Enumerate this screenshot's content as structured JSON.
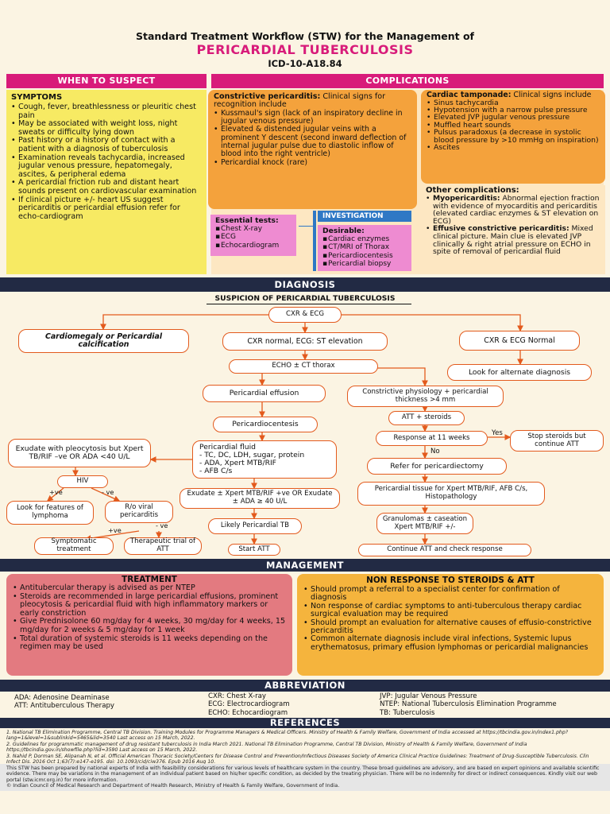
{
  "header": {
    "title_line1": "Standard Treatment Workflow (STW) for the Management of",
    "title_line2": "PERICARDIAL TUBERCULOSIS",
    "icd": "ICD-10-A18.84"
  },
  "when_to_suspect": {
    "heading": "WHEN TO SUSPECT",
    "symptoms_heading": "SYMPTOMS",
    "items": [
      "Cough, fever, breathlessness or pleuritic chest pain",
      "May be associated with weight loss, night sweats or difficulty lying down",
      "Past history or a history of contact with a patient with a diagnosis of tuberculosis",
      "Examination reveals tachycardia, increased jugular venous pressure, hepatomegaly, ascites, & peripheral edema",
      "A pericardial friction rub and distant heart sounds present on cardiovascular examination",
      "If clinical picture +/- heart US suggest pericarditis or pericardial effusion refer for echo-cardiogram"
    ]
  },
  "complications": {
    "heading": "COMPLICATIONS",
    "constrictive": {
      "title": "Constrictive pericarditis:",
      "intro": " Clinical signs for recognition include",
      "items": [
        "Kussmaul's sign (lack of an inspiratory decline in jugular venous pressure)",
        "Elevated & distended jugular veins with a prominent Y descent (second inward deflection of internal jugular pulse due to diastolic inflow of blood into the right ventricle)",
        "Pericardial knock (rare)"
      ]
    },
    "tamponade": {
      "title": "Cardiac tamponade:",
      "intro": " Clinical signs include",
      "items": [
        "Sinus tachycardia",
        "Hypotension with a narrow pulse pressure",
        "Elevated JVP jugular venous pressure",
        "Muffled heart sounds",
        "Pulsus paradoxus (a decrease in systolic blood pressure by >10 mmHg on inspiration)",
        "Ascites"
      ]
    },
    "other": {
      "title": "Other complications:",
      "myo_title": "Myopericarditis:",
      "myo_text": " Abnormal ejection fraction with evidence of myocarditis and pericarditis (elevated cardiac enzymes & ST elevation on ECG)",
      "eff_title": "Effusive constrictive pericarditis:",
      "eff_text": " Mixed clinical picture. Main clue is elevated JVP clinically & right atrial pressure on ECHO in spite of removal of pericardial fluid"
    },
    "investigation": {
      "label": "INVESTIGATION",
      "essential_title": "Essential tests:",
      "essential": [
        "Chest X-ray",
        "ECG",
        "Echocardiogram"
      ],
      "desirable_title": "Desirable:",
      "desirable": [
        "Cardiac enzymes",
        "CT/MRI of Thorax",
        "Pericardiocentesis",
        "Pericardial biopsy"
      ]
    }
  },
  "diagnosis": {
    "heading": "DIAGNOSIS",
    "subheading": "SUSPICION OF PERICARDIAL TUBERCULOSIS",
    "nodes": {
      "cxr_ecg": "CXR & ECG",
      "cardiomegaly": "Cardiomegaly or Pericardial calcification",
      "cxr_normal_st": "CXR normal, ECG: ST elevation",
      "cxr_ecg_normal": "CXR & ECG Normal",
      "echo": "ECHO ± CT thorax",
      "alternate": "Look for alternate diagnosis",
      "effusion": "Pericardial effusion",
      "constrictive": "Constrictive physiology + pericardial thickness >4 mm",
      "centesis": "Pericardiocentesis",
      "att_steroids": "ATT + steroids",
      "exudate": "Exudate with pleocytosis but Xpert TB/RIF –ve OR ADA <40 U/L",
      "fluid_title": "Pericardial fluid",
      "fluid_items": [
        "TC, DC, LDH, sugar, protein",
        "ADA, Xpert MTB/RIF",
        "AFB C/s"
      ],
      "response": "Response at 11 weeks",
      "yes": "Yes",
      "no": "No",
      "stop_steroids": "Stop steroids but continue ATT",
      "hiv": "HIV",
      "pos1": "+ve",
      "neg1": "- ve",
      "pericardiectomy": "Refer for pericardiectomy",
      "lymphoma": "Look for features of lymphoma",
      "ro_viral": "R/o viral pericarditis",
      "xpert_pos": "Exudate ± Xpert MTB/RIF +ve OR Exudate ± ADA ≥ 40 U/L",
      "tissue": "Pericardial tissue for Xpert MTB/RIF, AFB C/s, Histopathology",
      "pos2": "+ve",
      "neg2": "- ve",
      "likely_tb": "Likely Pericardial TB",
      "granulomas": "Granulomas ± caseation Xpert MTB/RIF +/-",
      "symptomatic": "Symptomatic treatment",
      "therapeutic": "Therapeutic trial of ATT",
      "start_att": "Start ATT",
      "continue_att": "Continue ATT and check response"
    }
  },
  "management": {
    "heading": "MANAGEMENT",
    "treatment_heading": "TREATMENT",
    "treatment": [
      "Antitubercular therapy is advised as per NTEP",
      "Steroids are recommended in large pericardial effusions, prominent pleocytosis & pericardial fluid with high inflammatory markers or early constriction",
      "Give Prednisolone 60 mg/day for 4 weeks, 30 mg/day for 4 weeks, 15 mg/day for 2 weeks & 5 mg/day for 1 week",
      "Total duration of systemic steroids is 11 weeks depending on the regimen may be used"
    ],
    "nonresp_heading": "NON RESPONSE TO STEROIDS & ATT",
    "nonresp": [
      "Should prompt a referral to a specialist center for confirmation of diagnosis",
      "Non response of cardiac symptoms to anti-tuberculous therapy cardiac surgical evaluation may be required",
      "Should prompt an evaluation for alternative causes of effusio-constrictive pericarditis",
      "Common alternate diagnosis include viral infections, Systemic lupus erythematosus, primary effusion lymphomas or pericardial malignancies"
    ]
  },
  "abbreviation": {
    "heading": "ABBREVIATION",
    "col1": [
      "ADA: Adenosine Deaminase",
      "ATT: Antituberculous Therapy"
    ],
    "col2": [
      "CXR: Chest X-ray",
      "ECG: Electrocardiogram",
      "ECHO: Echocardiogram"
    ],
    "col3": [
      "JVP: Jugular Venous Pressure",
      "NTEP: National Tuberculosis Elimination Programme",
      "TB: Tuberculosis"
    ]
  },
  "references": {
    "heading": "REFERENCES",
    "items": [
      "1. National TB Elimination Programme, Central TB Division. Training Modules for Programme Managers & Medical Officers. Ministry of Health & Family Welfare, Government of India accessed at https://tbcindia.gov.in/index1.php?lang=1&level=1&sublinkid=5465&lid=3540 Last access on 15 March, 2022.",
      "2. Guidelines for programmatic management of drug resistant tuberculosis in India March 2021. National TB Elimination Programme, Central TB Division, Ministry of Health & Family Welfare, Government of India https://tbcindia.gov.in/showfile.php?lid=3590 Last access on 15 March, 2022.",
      "3. Nahid P, Dorman SE, Alipanah N, et al. Official American Thoracic Society/Centers for Disease Control and Prevention/Infectious Diseases Society of America Clinical Practice Guidelines: Treatment of Drug-Susceptible Tuberculosis. Clin Infect Dis. 2016 Oct 1;63(7):e147-e195. doi: 10.1093/cid/ciw376. Epub 2016 Aug 10."
    ]
  },
  "footer": {
    "disclaimer": "This STW has been prepared by national experts of India with feasibility considerations for various levels of healthcare system in the country. These broad guidelines are advisory, and are based on expert opinions and available scientific evidence. There may be variations in the management of an individual patient based on his/her specific condition, as decided by the treating physician. There will be no indemnity for direct or indirect consequences. Kindly visit our web portal (stw.icmr.org.in) for more information.",
    "copyright": "© Indian Council of Medical Research and Department of Health Research, Ministry of Health & Family Welfare, Government of India."
  }
}
